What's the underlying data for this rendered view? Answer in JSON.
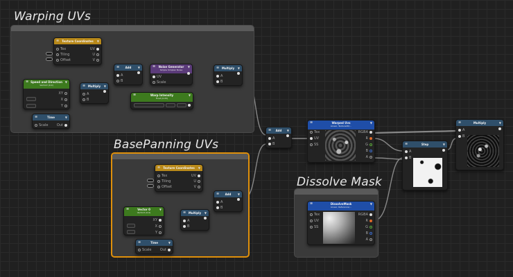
{
  "groups": {
    "warping": "Warping UVs",
    "base_panning": "BasePanning UVs",
    "dissolve": "Dissolve Mask"
  },
  "nodes": {
    "texcoord1": {
      "title": "Texture Coordinates",
      "in": [
        "Tex",
        "Tiling",
        "Offset"
      ],
      "out": [
        "UV",
        "U",
        "V"
      ]
    },
    "speed_dir": {
      "title": "Speed and Direction",
      "sub": "Vector2 (0,0)",
      "out": [
        "XY",
        "X",
        "Y"
      ]
    },
    "multiply1": {
      "title": "Multiply",
      "in": [
        "A",
        "B"
      ]
    },
    "add1": {
      "title": "Add",
      "in": [
        "A",
        "B"
      ]
    },
    "noise": {
      "title": "Noise Generator",
      "sub": "Simple Simplex Noise",
      "in": [
        "UV",
        "Scale"
      ]
    },
    "warp_intensity": {
      "title": "Warp Intensity",
      "sub": "Float (0.05)"
    },
    "multiply2": {
      "title": "Multiply",
      "in": [
        "A",
        "B"
      ]
    },
    "time1": {
      "title": "Time",
      "in": [
        "Scale"
      ],
      "out": [
        "Out"
      ]
    },
    "add_main": {
      "title": "Add",
      "in": [
        "A",
        "B"
      ]
    },
    "warped_uvs": {
      "title": "Warped Uvs",
      "sub": "Linear, Texture2D/...",
      "in": [
        "Tex",
        "UV",
        "SS"
      ],
      "out": [
        "RGBA",
        "R",
        "G",
        "B",
        "A"
      ]
    },
    "step": {
      "title": "Step",
      "in": [
        "A",
        "B"
      ]
    },
    "multiply_final": {
      "title": "Multiply",
      "in": [
        "A",
        "B"
      ]
    },
    "texcoord2": {
      "title": "Texture Coordinates",
      "in": [
        "Tex",
        "Tiling",
        "Offset"
      ],
      "out": [
        "UV",
        "U",
        "V"
      ]
    },
    "add2": {
      "title": "Add",
      "in": [
        "A",
        "B"
      ]
    },
    "vector0": {
      "title": "Vector 0",
      "sub": "Vector2 (0,0)",
      "out": [
        "XY",
        "X",
        "Y"
      ]
    },
    "multiply3": {
      "title": "Multiply",
      "in": [
        "A",
        "B"
      ]
    },
    "time2": {
      "title": "Time",
      "in": [
        "Scale"
      ],
      "out": [
        "Out"
      ]
    },
    "dissolve_mask": {
      "title": "DissolveMask",
      "sub": "Linear, Reference/...",
      "in": [
        "Tex",
        "UV",
        "SS"
      ],
      "out": [
        "RGBA",
        "R",
        "G",
        "B",
        "A"
      ]
    }
  },
  "colors": {
    "texcoord": "#b8891a",
    "vector": "#3d7a1e",
    "float": "#3d7a1e",
    "math": "#2f4f6a",
    "noise": "#5b3b7a",
    "texture": "#1f4ea8",
    "selection": "#e0900a"
  },
  "icons": {
    "menu": "menu-icon",
    "collapse": "triangle-down-icon"
  }
}
